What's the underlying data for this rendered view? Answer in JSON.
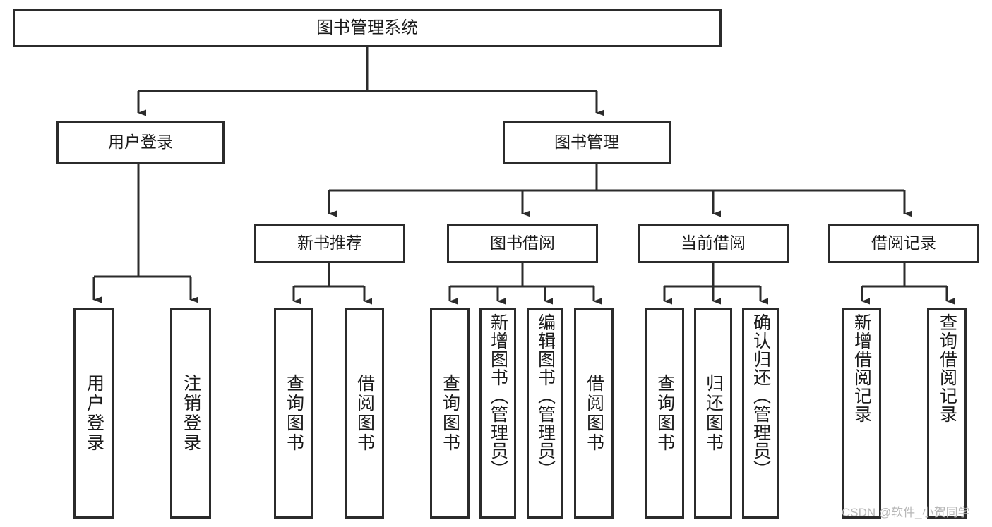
{
  "diagram": {
    "title": "图书管理系统",
    "type": "tree-hierarchy-diagram",
    "colors": {
      "background": "#ffffff",
      "node_fill": "#ffffff",
      "node_border": "#2b2b2b",
      "edge": "#2b2b2b",
      "text": "#1a1a1a",
      "watermark": "#b8b8b8"
    },
    "root": {
      "label": "图书管理系统"
    },
    "level2": [
      {
        "label": "用户登录"
      },
      {
        "label": "图书管理"
      }
    ],
    "level3": [
      {
        "label": "新书推荐"
      },
      {
        "label": "图书借阅"
      },
      {
        "label": "当前借阅"
      },
      {
        "label": "借阅记录"
      }
    ],
    "leaves": {
      "user_login": [
        {
          "label": "用户登录"
        },
        {
          "label": "注销登录"
        }
      ],
      "new_book_recommend": [
        {
          "label": "查询图书"
        },
        {
          "label": "借阅图书"
        }
      ],
      "book_borrow": [
        {
          "label": "查询图书"
        },
        {
          "label": "新增图书（管理员）"
        },
        {
          "label": "编辑图书（管理员）"
        },
        {
          "label": "借阅图书"
        }
      ],
      "current_borrow": [
        {
          "label": "查询图书"
        },
        {
          "label": "归还图书"
        },
        {
          "label": "确认归还（管理员）"
        }
      ],
      "borrow_record": [
        {
          "label": "新增借阅记录"
        },
        {
          "label": "查询借阅记录"
        }
      ]
    }
  },
  "watermark": {
    "text": "CSDN @软件_小贺同学"
  }
}
